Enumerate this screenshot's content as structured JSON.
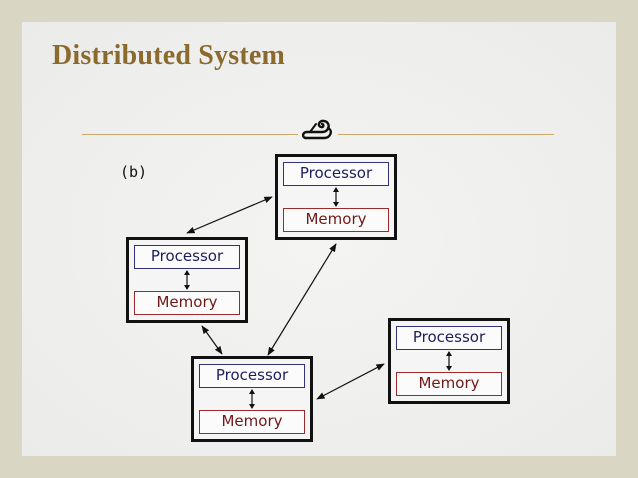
{
  "slide": {
    "title": "Distributed System",
    "ornament_icon": "scroll-ornament-icon",
    "panel_label": "(b)"
  },
  "nodes": [
    {
      "id": "node-top",
      "processor": "Processor",
      "memory": "Memory"
    },
    {
      "id": "node-left",
      "processor": "Processor",
      "memory": "Memory"
    },
    {
      "id": "node-bottom",
      "processor": "Processor",
      "memory": "Memory"
    },
    {
      "id": "node-right",
      "processor": "Processor",
      "memory": "Memory"
    }
  ],
  "colors": {
    "title": "#8b6a2e",
    "processor_border": "#31327a",
    "memory_border": "#9c2a2a",
    "node_border": "#111111",
    "rule": "#c9a96a"
  },
  "links": [
    {
      "from": "node-top",
      "to": "node-left",
      "bidirectional": true
    },
    {
      "from": "node-top",
      "to": "node-bottom",
      "bidirectional": true
    },
    {
      "from": "node-left",
      "to": "node-bottom",
      "bidirectional": true
    },
    {
      "from": "node-bottom",
      "to": "node-right",
      "bidirectional": true
    }
  ]
}
